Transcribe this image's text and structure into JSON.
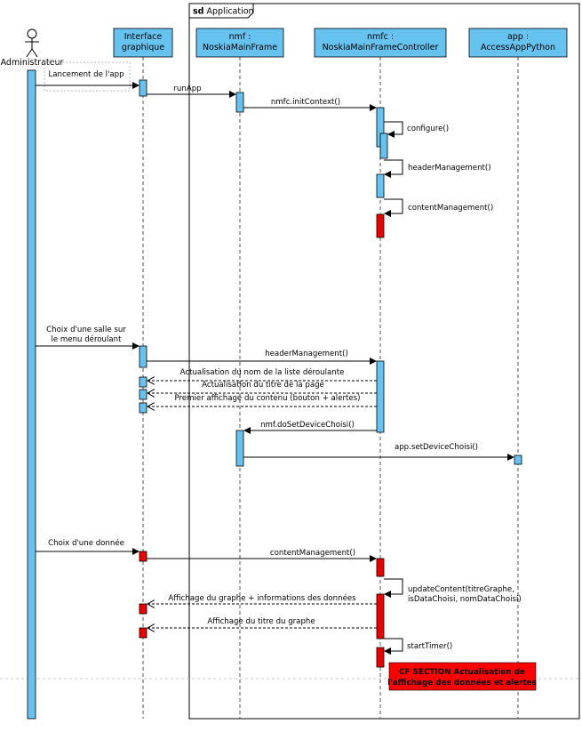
{
  "frame": {
    "keyword": "sd",
    "title": "Application"
  },
  "actor": {
    "name": "Administrateur"
  },
  "lifelines": [
    {
      "id": "ui",
      "lines": [
        "Interface",
        "graphique"
      ]
    },
    {
      "id": "nmf",
      "lines": [
        "nmf :",
        "NoskiaMainFrame"
      ]
    },
    {
      "id": "nmfc",
      "lines": [
        "nmfc :",
        "NoskiaMainFrameController"
      ]
    },
    {
      "id": "app",
      "lines": [
        "app :",
        "AccessAppPython"
      ]
    }
  ],
  "messages": [
    {
      "id": "m1",
      "lines": [
        "Lancement de l'app"
      ]
    },
    {
      "id": "m2",
      "lines": [
        "runApp"
      ]
    },
    {
      "id": "m3",
      "lines": [
        "nmfc.initContext()"
      ]
    },
    {
      "id": "m4",
      "lines": [
        "configure()"
      ]
    },
    {
      "id": "m5",
      "lines": [
        "headerManagement()"
      ]
    },
    {
      "id": "m6",
      "lines": [
        "contentManagement()"
      ]
    },
    {
      "id": "m7",
      "lines": [
        "Choix d'une salle sur",
        "le menu déroulant"
      ]
    },
    {
      "id": "m8",
      "lines": [
        "headerManagement()"
      ]
    },
    {
      "id": "m9",
      "lines": [
        "Actualisation du nom de la liste déroulante"
      ]
    },
    {
      "id": "m10",
      "lines": [
        "Actualisation du titre de la page"
      ]
    },
    {
      "id": "m11",
      "lines": [
        "Premier affichage du contenu (bouton + alertes)"
      ]
    },
    {
      "id": "m12",
      "lines": [
        "nmf.doSetDeviceChoisi()"
      ]
    },
    {
      "id": "m13",
      "lines": [
        "app.setDeviceChoisi()"
      ]
    },
    {
      "id": "m14",
      "lines": [
        "Choix d'une donnée"
      ]
    },
    {
      "id": "m15",
      "lines": [
        "contentManagement()"
      ]
    },
    {
      "id": "m16",
      "lines": [
        "updateContent(titreGraphe,",
        "isDataChoisi, nomDataChoisi)"
      ]
    },
    {
      "id": "m17",
      "lines": [
        "Affichage du graphe + informations des données"
      ]
    },
    {
      "id": "m18",
      "lines": [
        "Affichage du titre du graphe"
      ]
    },
    {
      "id": "m19",
      "lines": [
        "startTimer()"
      ]
    }
  ],
  "note": {
    "lines": [
      "CF SECTION Actualisation de",
      "l'affichage des données et alertes"
    ]
  },
  "colors": {
    "activation": "#66c2ee",
    "highlight": "#ee0000",
    "note_fill": "#ff0000",
    "line": "#000000"
  }
}
